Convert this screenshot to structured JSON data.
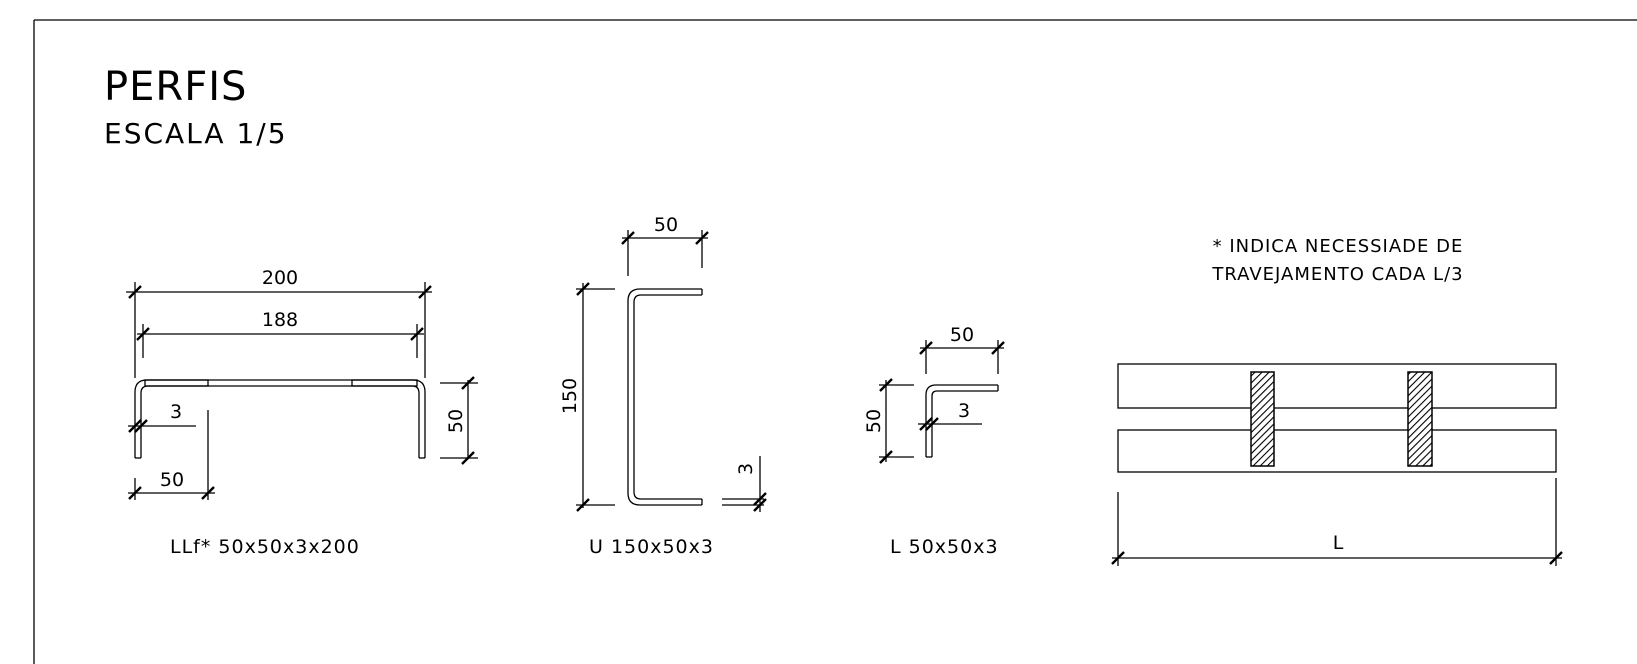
{
  "header": {
    "title": "PERFIS",
    "scale": "ESCALA 1/5"
  },
  "profiles": {
    "llf": {
      "caption": "LLf* 50x50x3x200",
      "dim_total": "200",
      "dim_inner": "188",
      "dim_height": "50",
      "dim_thickness": "3",
      "dim_flange": "50"
    },
    "u": {
      "caption": "U 150x50x3",
      "dim_height": "150",
      "dim_flange": "50",
      "dim_thickness": "3"
    },
    "l": {
      "caption": "L 50x50x3",
      "dim_flange": "50",
      "dim_height": "50",
      "dim_thickness": "3"
    }
  },
  "bracing": {
    "note_line1": "* INDICA NECESSIADE DE",
    "note_line2": "TRAVEJAMENTO CADA L/3",
    "dim_length": "L"
  }
}
